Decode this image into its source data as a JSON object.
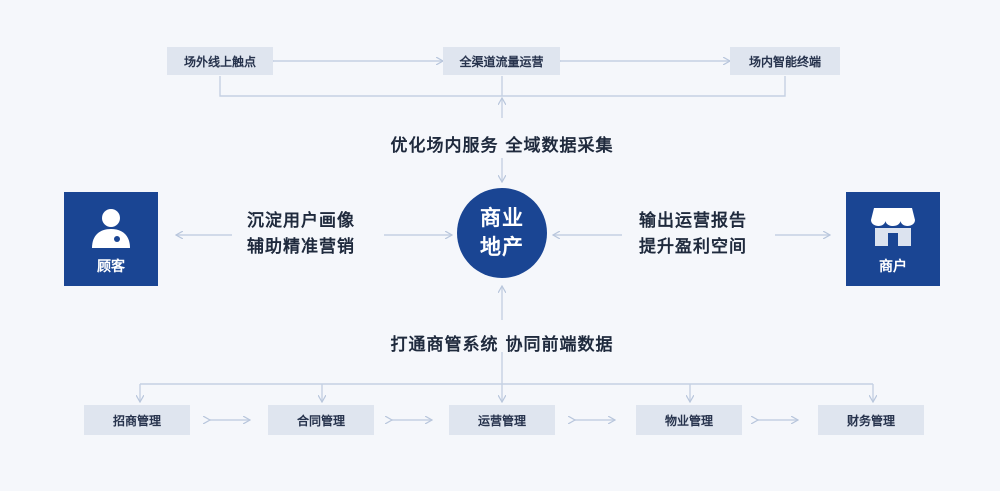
{
  "top_touchpoints": [
    "场外线上触点",
    "全渠道流量运营",
    "场内智能终端"
  ],
  "top_caption": "优化场内服务  全域数据采集",
  "center": {
    "line1": "商业",
    "line2": "地产"
  },
  "left": {
    "line1": "沉淀用户画像",
    "line2": "辅助精准营销",
    "role": "顾客",
    "icon": "customer-person-icon"
  },
  "right": {
    "line1": "输出运营报告",
    "line2": "提升盈利空间",
    "role": "商户",
    "icon": "storefront-icon"
  },
  "bottom_caption": "打通商管系统 协同前端数据",
  "bottom_modules": [
    "招商管理",
    "合同管理",
    "运营管理",
    "物业管理",
    "财务管理"
  ],
  "colors": {
    "primary": "#1a4593",
    "pill": "#dfe5ef",
    "connector": "#c5d1e3",
    "background": "#f5f7fb"
  }
}
